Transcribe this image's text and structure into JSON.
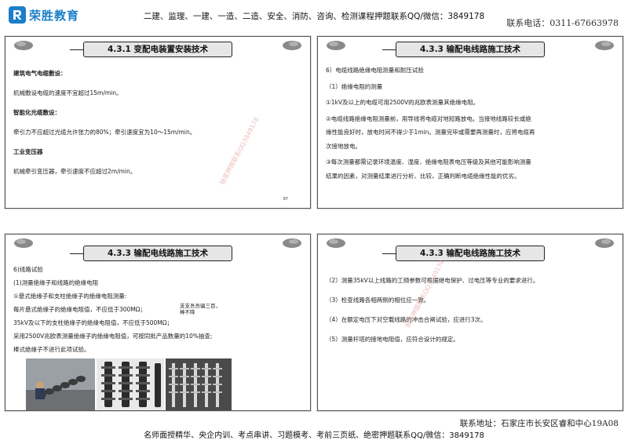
{
  "header": {
    "logo_text": "荣胜教育",
    "center_text": "二建、监理、一建、一造、二造、安全、消防、咨询、检测课程押题联系QQ/微信：3849178",
    "phone": "联系电话：0311-67663978"
  },
  "slides": [
    {
      "title": "4.3.1 变配电装置安装技术",
      "lines": [
        "建筑电气电缆敷设：",
        "机械敷设电缆的速度不宜超过15m/min。",
        "智能化光缆敷设：",
        "牵引力不应超过光缆允许张力的80%；牵引速度宜为10～15m/min。",
        "工业变压器",
        "机械牵引变压器，牵引速度不应超过2m/min。"
      ],
      "page_number": "97",
      "watermark": "独家押题联系QQ3849178"
    },
    {
      "title": "4.3.3 输配电线路施工技术",
      "lines": [
        "6）电缆线路绝缘电阻测量和耐压试验",
        "（1）绝缘电阻的测量",
        "①1kV及以上的电缆可用2500V的兆欧表测量其绝缘电阻。",
        "②电缆线路绝缘电阻测量前，用导线将电缆对地短路放电。当接地线路较长或绝",
        "缘性能良好时，放电时间不得少于1min。测量完毕或需要再测量时，应将电缆再",
        "次接地放电。",
        "③每次测量都需记录环境温度、湿度、绝缘电阻表电压等级及其他可能影响测量",
        "结果的因素，对测量结果进行分析、比较，正确判断电缆绝缘性能的优劣。"
      ]
    },
    {
      "title": "4.3.3 输配电线路施工技术",
      "lines": [
        "6)线路试验",
        "(1)测量绝缘子和线路的绝缘电阻",
        "①悬式绝缘子和支柱绝缘子的绝缘电阻测量:",
        "每片悬式绝缘子的绝缘电阻值，不应低于300MΩ；",
        "35kV及以下的支柱绝缘子的绝缘电阻值，不应低于500MΩ；",
        "采用2500V兆欧表测量绝缘子的绝缘电阻值，可按同批产品数量的10%抽查;",
        "棒式绝缘子不进行此项试验。"
      ],
      "side_note": [
        "支支吾吾骗三百，",
        "棒不降"
      ]
    },
    {
      "title": "4.3.3 输配电线路施工技术",
      "lines": [
        "（2）测量35kV以上线路的工频参数可根据继电保护、过电压等专业的要求进行。",
        "（3）检查线路各相两侧的相位应一致。",
        "（4）在额定电压下对空载线路的冲击合闸试验，应进行3次。",
        "（5）测量杆塔的接地电阻值，应符合设计的规定。"
      ],
      "watermark": "独家押题联系QQ3849178"
    }
  ],
  "footer": {
    "address": "联系地址：石家庄市长安区睿和中心19A08",
    "center_text": "名师面授精华、央企内训、考点串讲、习题模考、考前三页纸、绝密押题联系QQ/微信：3849178"
  }
}
